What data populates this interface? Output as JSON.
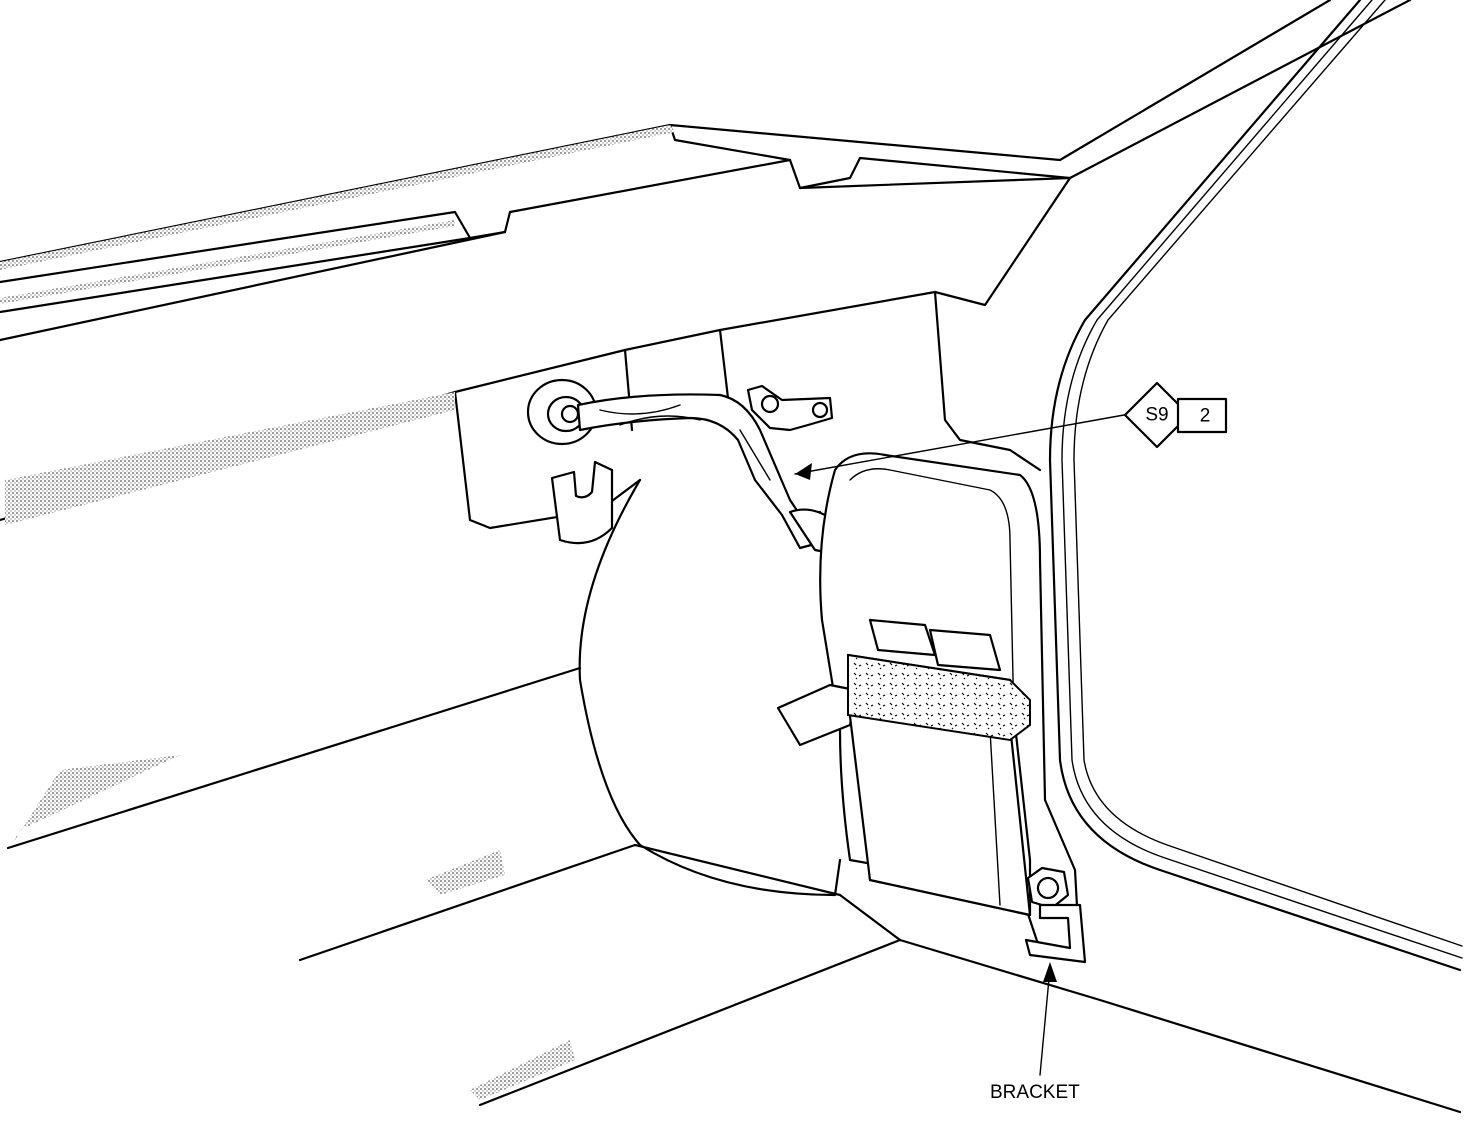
{
  "callout": {
    "code": "S9",
    "number": "2"
  },
  "labels": {
    "bracket": "BRACKET"
  }
}
